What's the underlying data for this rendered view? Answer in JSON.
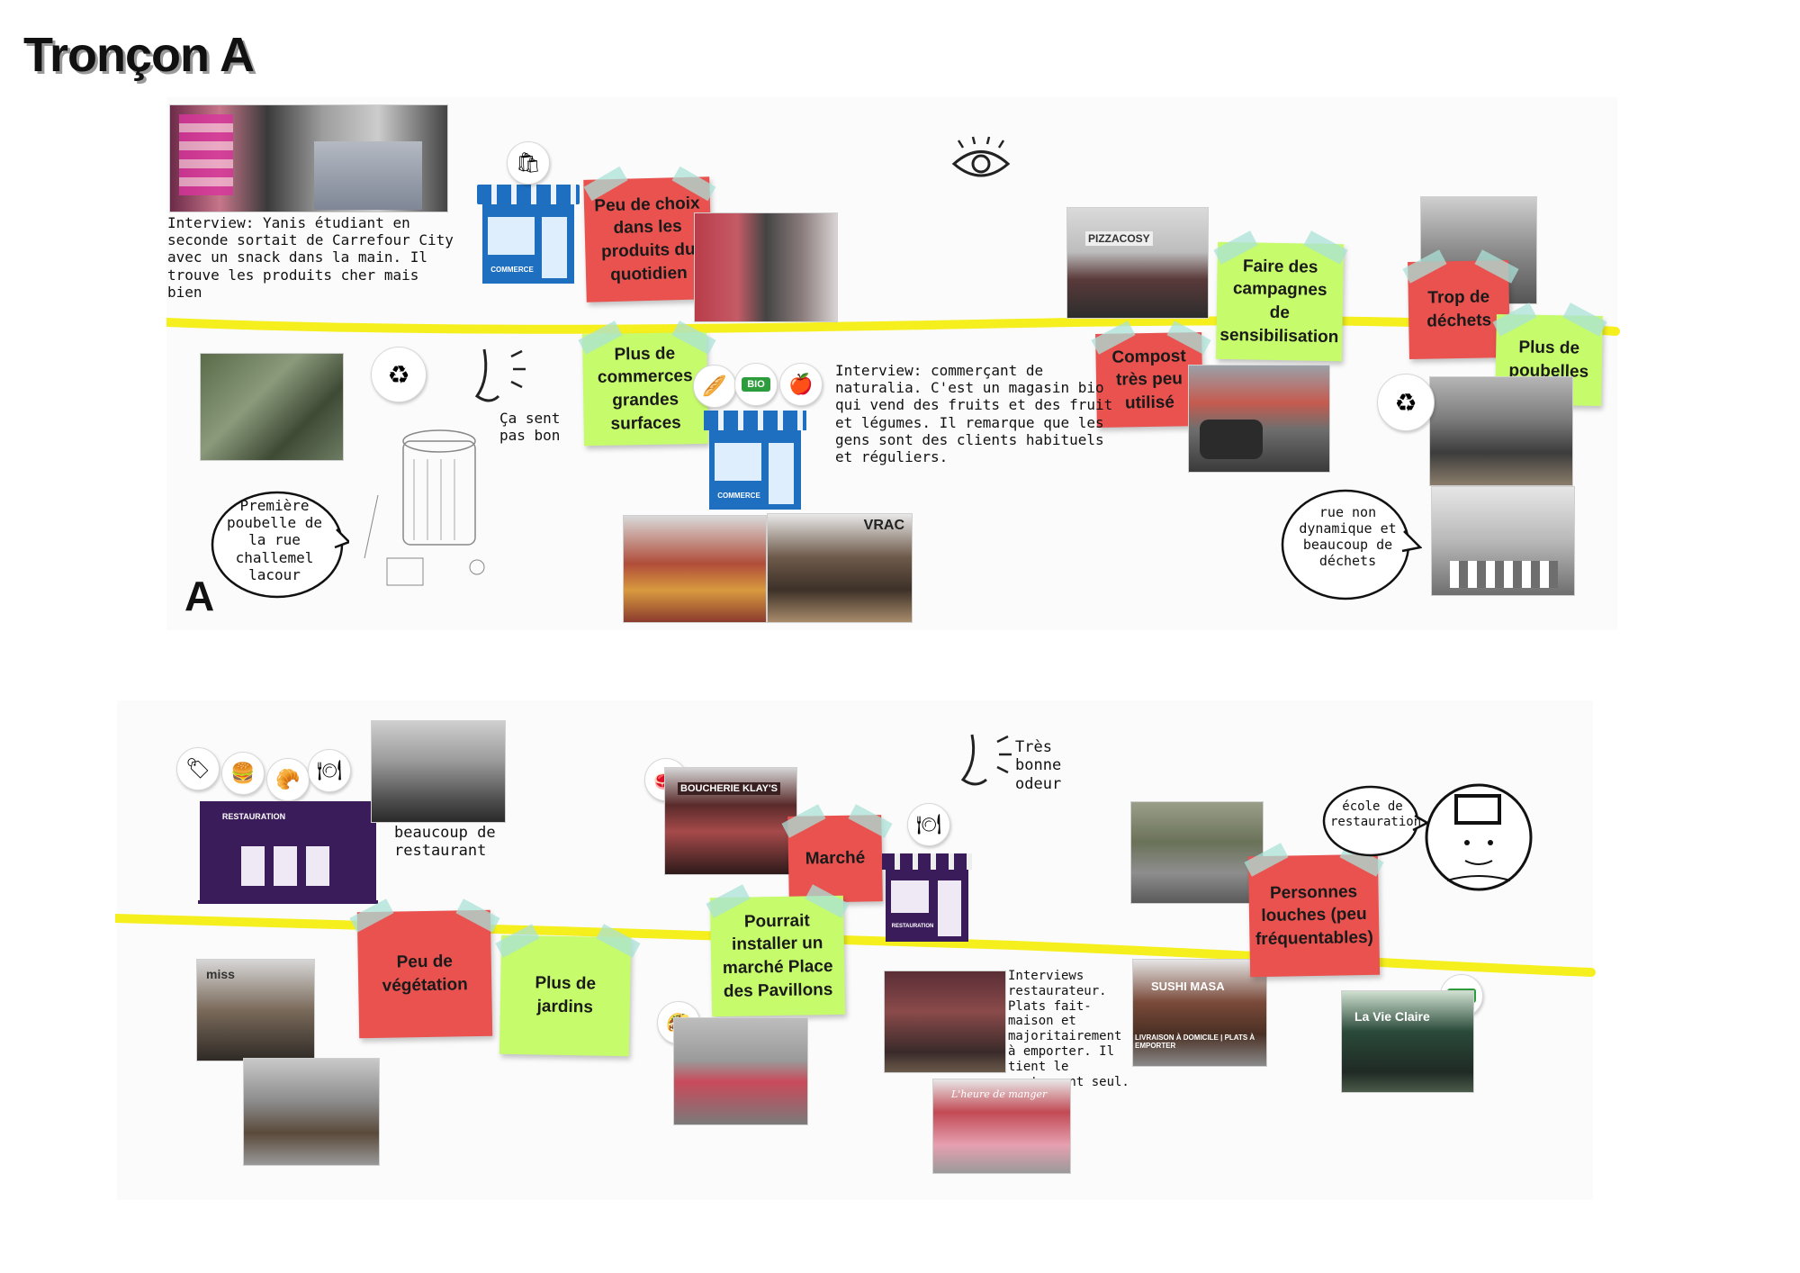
{
  "page_title": "Tronçon A",
  "letter_marker": "A",
  "stickies": {
    "peu_de_choix": "Peu de choix dans les produits du quotidien",
    "plus_de_commerces": "Plus de commerces grandes surfaces",
    "compost": "Compost très peu utilisé",
    "faire_des_campagnes": "Faire des campagnes de sensibilisation",
    "trop_de_dechets": "Trop de déchets",
    "plus_de_poubelles": "Plus de poubelles",
    "marche": "Marché",
    "pourrait_installer": "Pourrait installer un marché Place des Pavillons",
    "peu_de_vegetation": "Peu de végétation",
    "plus_de_jardins": "Plus de jardins",
    "personnes_louches": "Personnes louches (peu fréquentables)"
  },
  "notes": {
    "interview_yanis": "Interview: Yanis étudiant en seconde sortait de Carrefour City avec un snack dans la main. Il trouve les produits cher mais bien",
    "interview_commercant": "Interview: commerçant de naturalia. C'est un magasin bio qui vend des fruits et des fruit et légumes. Il remarque que les gens sont des clients habituels et réguliers.",
    "ca_sent_pas_bon": "Ça sent pas bon",
    "premiere_poubelle": "Première poubelle de la rue challemel lacour",
    "rue_non_dynamique": "rue non dynamique et beaucoup de déchets",
    "beaucoup_de_restaurant": "beaucoup de restaurant",
    "tres_bonne_odeur": "Très bonne odeur",
    "ecole_de_restauration": "école de restauration",
    "interview_restaurateur": "Interviews restaurateur. Plats fait-maison et majoritairement à emporter. Il tient le restaurant seul."
  },
  "shop_labels": {
    "commerce": "COMMERCE",
    "restauration": "RESTAURATION",
    "bio": "BIO"
  },
  "photo_signs": {
    "pizza": "PIZZACOSY",
    "boucherie": "BOUCHERIE KLAY'S",
    "sushi": "SUSHI MASA",
    "sushi_sub": "LIVRAISON À DOMICILE | PLATS À EMPORTER",
    "miss": "miss",
    "lavie": "La Vie Claire",
    "lheure": "L'heure de manger",
    "vrac": "VRAC"
  },
  "colors": {
    "red_sticky": "#e9524f",
    "green_sticky": "#c6fb6c",
    "yellow_line": "#f5ef1e",
    "commerce_blue": "#1e6fc0",
    "restaurant_purple": "#3b1c5a"
  }
}
